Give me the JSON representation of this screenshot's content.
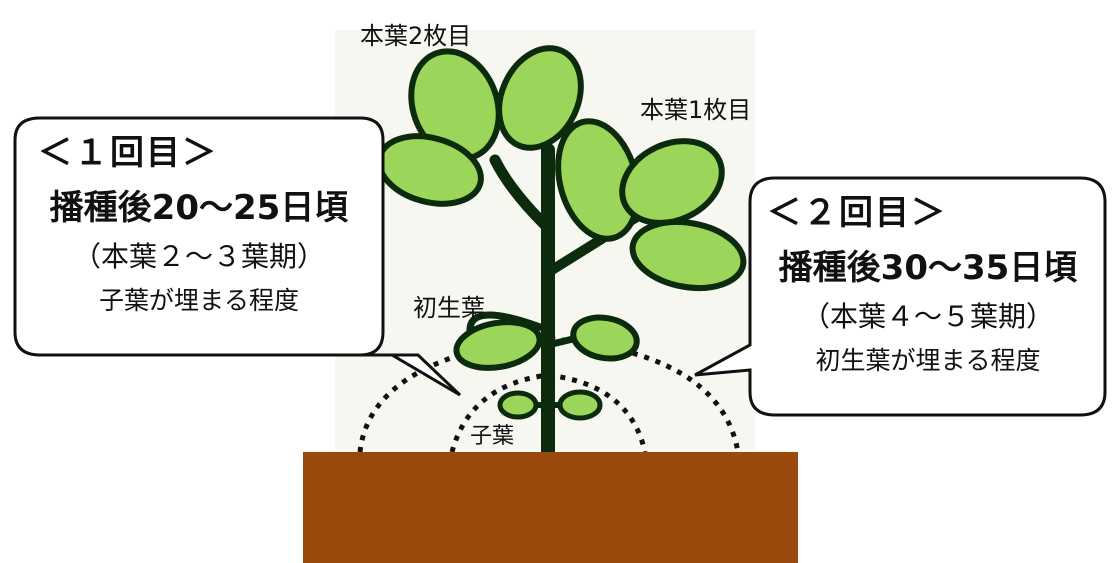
{
  "labels": {
    "true_leaf_2": "本葉2枚目",
    "true_leaf_1": "本葉1枚目",
    "primary_leaf": "初生葉",
    "cotyledon": "子葉"
  },
  "callouts": [
    {
      "heading": "＜１回目＞",
      "timing": "播種後20～25日頃",
      "stage": "（本葉２～３葉期）",
      "note": "子葉が埋まる程度"
    },
    {
      "heading": "＜２回目＞",
      "timing": "播種後30～35日頃",
      "stage": "（本葉４～５葉期）",
      "note": "初生葉が埋まる程度"
    }
  ],
  "colors": {
    "soil": "#9a4a0c",
    "leaf": "#9bd65a",
    "leaf_dark": "#0c2a0c"
  }
}
